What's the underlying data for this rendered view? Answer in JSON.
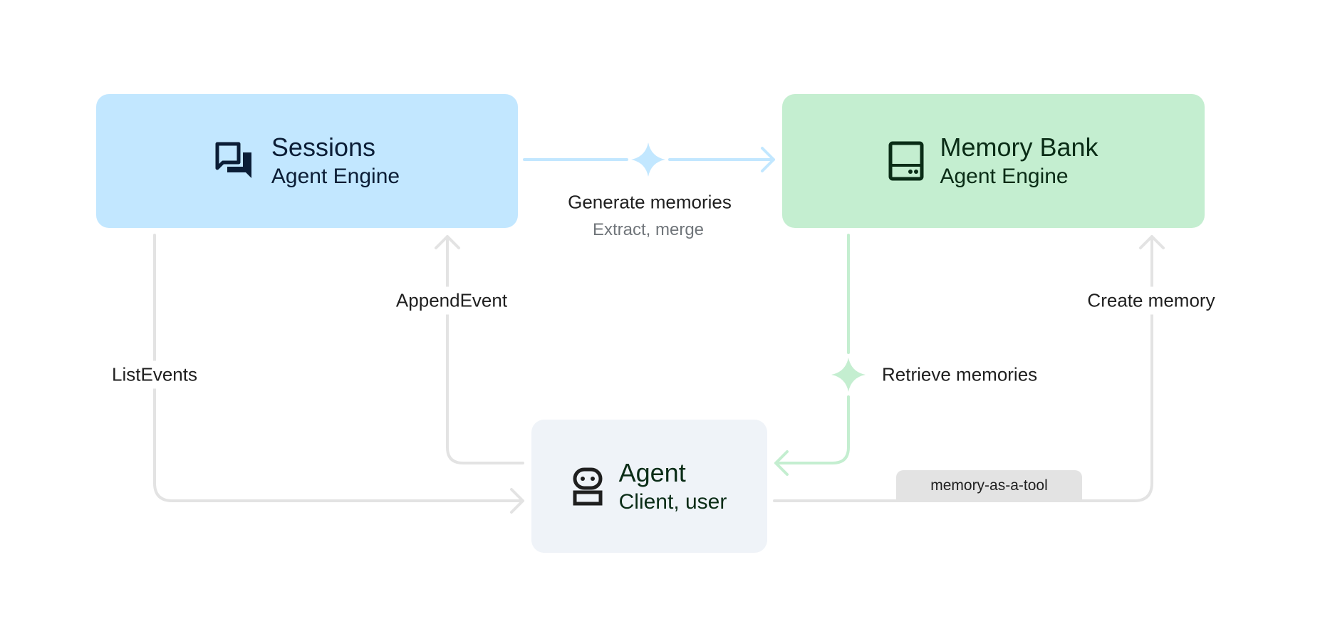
{
  "nodes": {
    "sessions": {
      "title": "Sessions",
      "subtitle": "Agent Engine",
      "icon": "chat-bubbles-icon",
      "color": "#c2e7ff"
    },
    "memory_bank": {
      "title": "Memory Bank",
      "subtitle": "Agent Engine",
      "icon": "storage-icon",
      "color": "#c4eed0"
    },
    "agent": {
      "title": "Agent",
      "subtitle": "Client, user",
      "icon": "robot-icon",
      "color": "#eff3f8"
    }
  },
  "edges": {
    "generate": {
      "label": "Generate memories",
      "sublabel": "Extract, merge"
    },
    "list_events": {
      "label": "ListEvents"
    },
    "append_event": {
      "label": "AppendEvent"
    },
    "retrieve": {
      "label": "Retrieve memories"
    },
    "create": {
      "label": "Create memory",
      "tag": "memory-as-a-tool"
    }
  }
}
